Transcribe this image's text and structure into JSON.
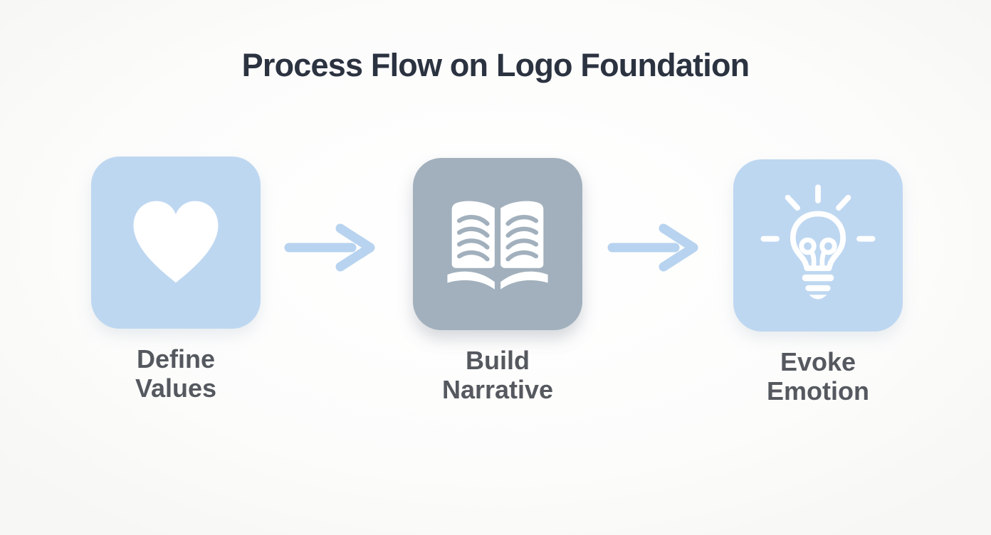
{
  "title": "Process Flow on Logo Foundation",
  "steps": [
    {
      "label": "Define\nValues",
      "icon": "heart-icon",
      "tile": "blue"
    },
    {
      "label": "Build\nNarrative",
      "icon": "open-book-icon",
      "tile": "gray"
    },
    {
      "label": "Evoke\nEmotion",
      "icon": "lightbulb-icon",
      "tile": "blue"
    }
  ],
  "connectors": [
    {
      "type": "arrow-right"
    },
    {
      "type": "arrow-right"
    }
  ],
  "colors": {
    "page_bg": "#fcfcfb",
    "title_text": "#2b3240",
    "label_text": "#55595f",
    "tile_blue": "#bed7f1",
    "tile_gray": "#a2b0bd",
    "arrow_blue": "#b7d3ef",
    "icon_white": "#ffffff"
  }
}
